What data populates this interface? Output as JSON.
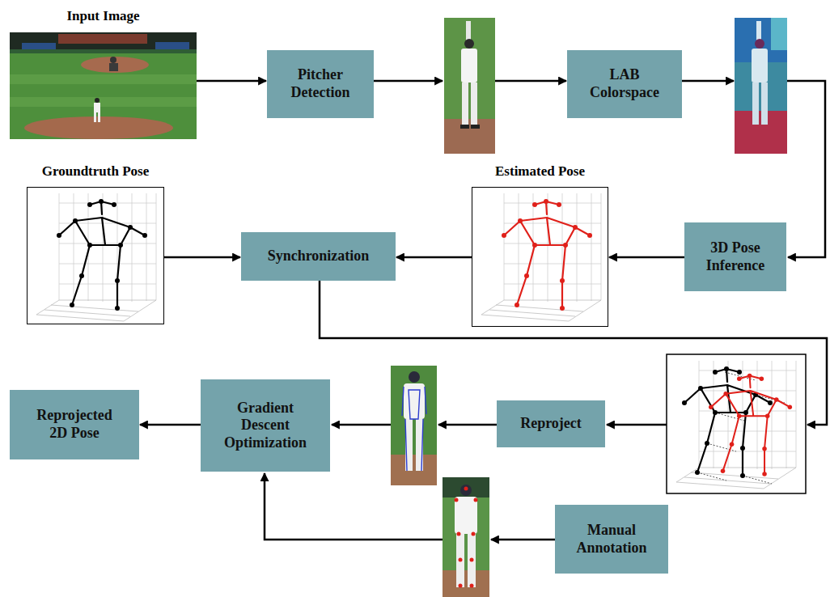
{
  "diagram": {
    "nodes": [
      {
        "text": [
          "Input Image"
        ]
      },
      {
        "text": [
          "Pitcher Detection"
        ]
      },
      {
        "text": [
          "LAB Colorspace"
        ]
      },
      {
        "text": [
          "Groundtruth Pose"
        ]
      },
      {
        "text": [
          "Synchronization"
        ]
      },
      {
        "text": [
          "Estimated Pose"
        ]
      },
      {
        "text": [
          "3D Pose Inference"
        ]
      },
      {
        "text": [
          "Reprojected 2D Pose"
        ]
      },
      {
        "text": [
          "Gradient Descent Optimization"
        ]
      },
      {
        "text": [
          "Reproject"
        ]
      },
      {
        "text": [
          "Manual Annotation"
        ]
      }
    ],
    "edges": [
      {
        "from": 0,
        "to": 1,
        "arrow": "to"
      },
      {
        "from": 6,
        "to": 5,
        "arrow": "to"
      },
      {
        "from": 5,
        "to": 4,
        "arrow": "to"
      },
      {
        "from": 3,
        "to": 4,
        "arrow": "to"
      },
      {
        "from": 8,
        "to": 7,
        "arrow": "to"
      }
    ]
  }
}
